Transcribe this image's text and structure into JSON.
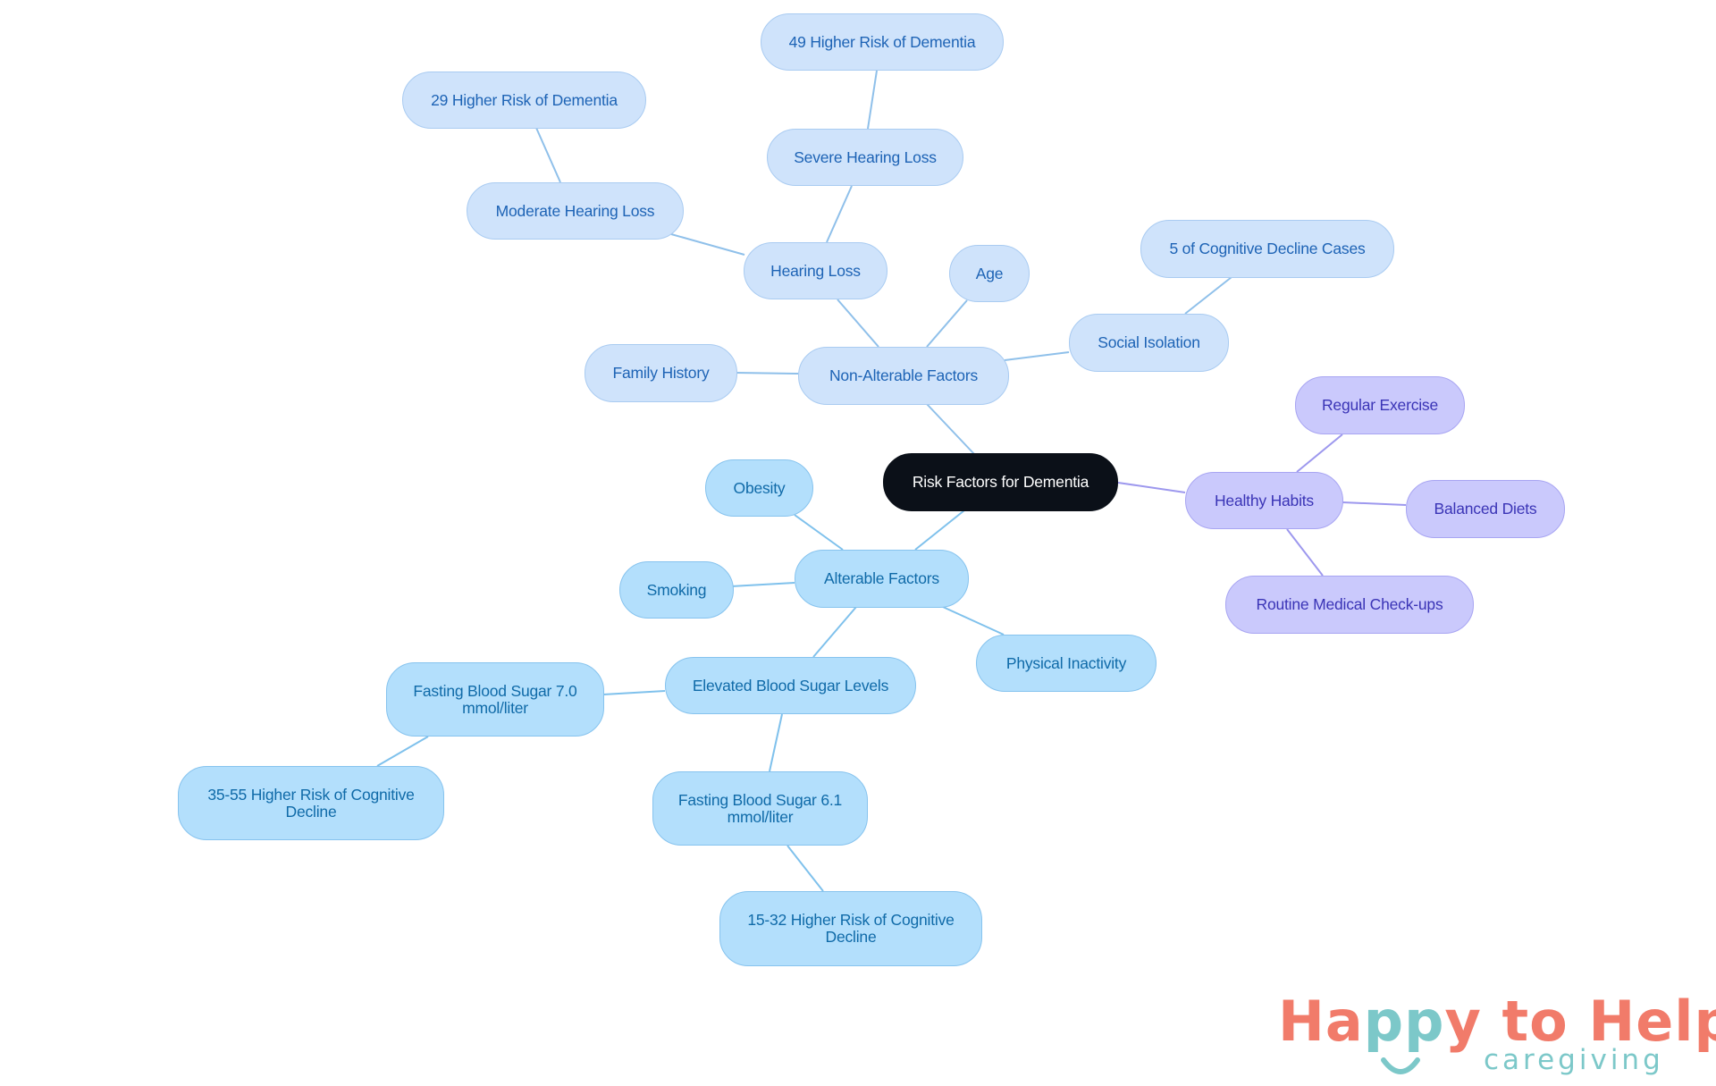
{
  "colors": {
    "root_fill": "#0b1018",
    "nonalterable_fill": "#cfe3fb",
    "alterable_fill": "#b3dffc",
    "habits_fill": "#cac9fc",
    "link_nonalterable": "#8fc0ea",
    "link_alterable": "#7fc1ec",
    "link_habits": "#9d98ee",
    "logo_coral": "#f17b6a",
    "logo_teal": "#7cc8c9"
  },
  "mindmap": {
    "root": "Risk Factors for Dementia",
    "non_alterable": {
      "label": "Non-Alterable Factors",
      "age": "Age",
      "family_history": "Family History",
      "social_isolation": "Social Isolation",
      "social_isolation_stat": "5 of Cognitive Decline Cases",
      "hearing_loss": "Hearing Loss",
      "moderate_hearing_loss": "Moderate Hearing Loss",
      "moderate_hearing_stat": "29 Higher Risk of Dementia",
      "severe_hearing_loss": "Severe Hearing Loss",
      "severe_hearing_stat": "49 Higher Risk of Dementia"
    },
    "alterable": {
      "label": "Alterable Factors",
      "obesity": "Obesity",
      "smoking": "Smoking",
      "physical_inactivity": "Physical Inactivity",
      "blood_sugar": "Elevated Blood Sugar Levels",
      "fbs_70": "Fasting Blood Sugar 7.0 mmol/liter",
      "fbs_70_stat": "35-55 Higher Risk of Cognitive Decline",
      "fbs_61": "Fasting Blood Sugar 6.1 mmol/liter",
      "fbs_61_stat": "15-32 Higher Risk of Cognitive Decline"
    },
    "healthy_habits": {
      "label": "Healthy Habits",
      "exercise": "Regular Exercise",
      "diets": "Balanced Diets",
      "checkups": "Routine Medical Check-ups"
    }
  },
  "logo": {
    "part1": "Ha",
    "part2": "pp",
    "part3": "y to Help",
    "tagline": "caregiving"
  }
}
